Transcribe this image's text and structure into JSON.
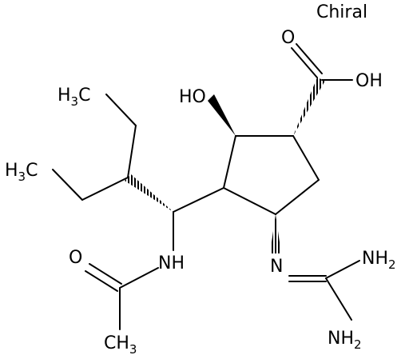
{
  "stereo_label": "Chiral",
  "atoms": {
    "carbonyl_o": "O",
    "acid_oh": "OH",
    "hydroxyl": "HO",
    "methyl_top": {
      "main": "H",
      "sub": "3",
      "tail": "C"
    },
    "methyl_left": {
      "main": "H",
      "sub": "3",
      "tail": "C"
    },
    "amide_nh": "NH",
    "amide_o": "O",
    "acetyl_methyl": {
      "main": "CH",
      "sub": "3"
    },
    "imine_n": "N",
    "amine_top": {
      "main": "NH",
      "sub": "2"
    },
    "amine_bottom": {
      "main": "NH",
      "sub": "2"
    }
  },
  "colors": {
    "ink": "#000000",
    "background": "#ffffff"
  }
}
